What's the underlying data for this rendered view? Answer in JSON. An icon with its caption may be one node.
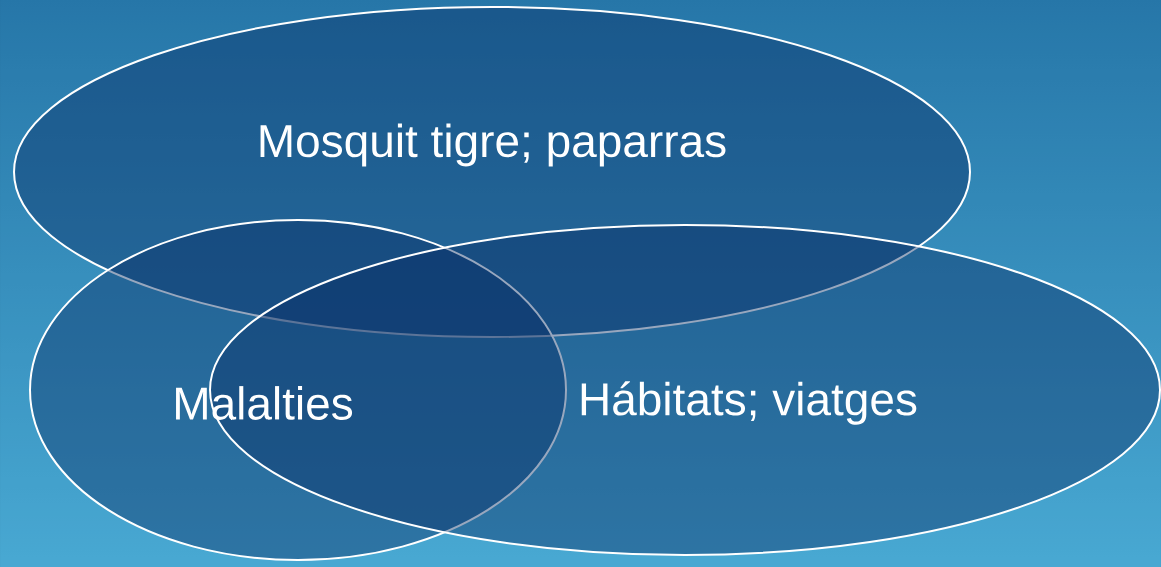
{
  "diagram": {
    "nodes": [
      {
        "text": [
          "Mosquit tigre; paparras"
        ]
      },
      {
        "text": [
          "Malalties"
        ]
      },
      {
        "text": [
          "Hábitats; viatges"
        ]
      }
    ]
  }
}
